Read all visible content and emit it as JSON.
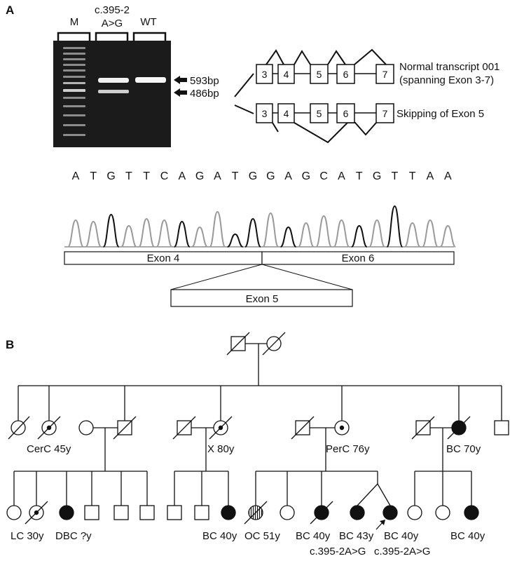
{
  "panel_a": {
    "label": "A",
    "gel": {
      "lanes": [
        "M",
        "c.395-2",
        "A>G",
        "WT"
      ],
      "markers": [
        "593bp",
        "486bp"
      ]
    },
    "transcripts": {
      "exons": [
        "3",
        "4",
        "5",
        "6",
        "7"
      ],
      "skipped_exons": [
        "3",
        "4",
        "5",
        "6",
        "7"
      ],
      "normal_line1": "Normal transcript 001",
      "normal_line2": "(spanning Exon 3-7)",
      "skip_label": "Skipping of Exon 5"
    },
    "sequence": [
      "A",
      "T",
      "G",
      "T",
      "T",
      "C",
      "A",
      "G",
      "A",
      "T",
      "G",
      "G",
      "A",
      "G",
      "C",
      "A",
      "T",
      "G",
      "T",
      "T",
      "A",
      "A"
    ],
    "exon_bars": {
      "left": "Exon 4",
      "right": "Exon 6",
      "inserted": "Exon 5"
    }
  },
  "panel_b": {
    "label": "B",
    "labels": {
      "cerc": "CerC 45y",
      "x80": "X 80y",
      "perc": "PerC 76y",
      "bc70": "BC 70y",
      "lc": "LC 30y",
      "dbc": "DBC ?y",
      "bc40a": "BC 40y",
      "oc": "OC 51y",
      "bc40b": "BC 40y",
      "bc43": "BC 43y",
      "bc40c": "BC 40y",
      "bc40d": "BC 40y",
      "mut1": "c.395-2A>G",
      "mut2": "c.395-2A>G"
    }
  },
  "colors": {
    "ink": "#111111",
    "gel_bg": "#1b1b1b",
    "band": "#f2f2f2",
    "trace_dark": "#111111",
    "trace_light": "#9a9a9a"
  }
}
